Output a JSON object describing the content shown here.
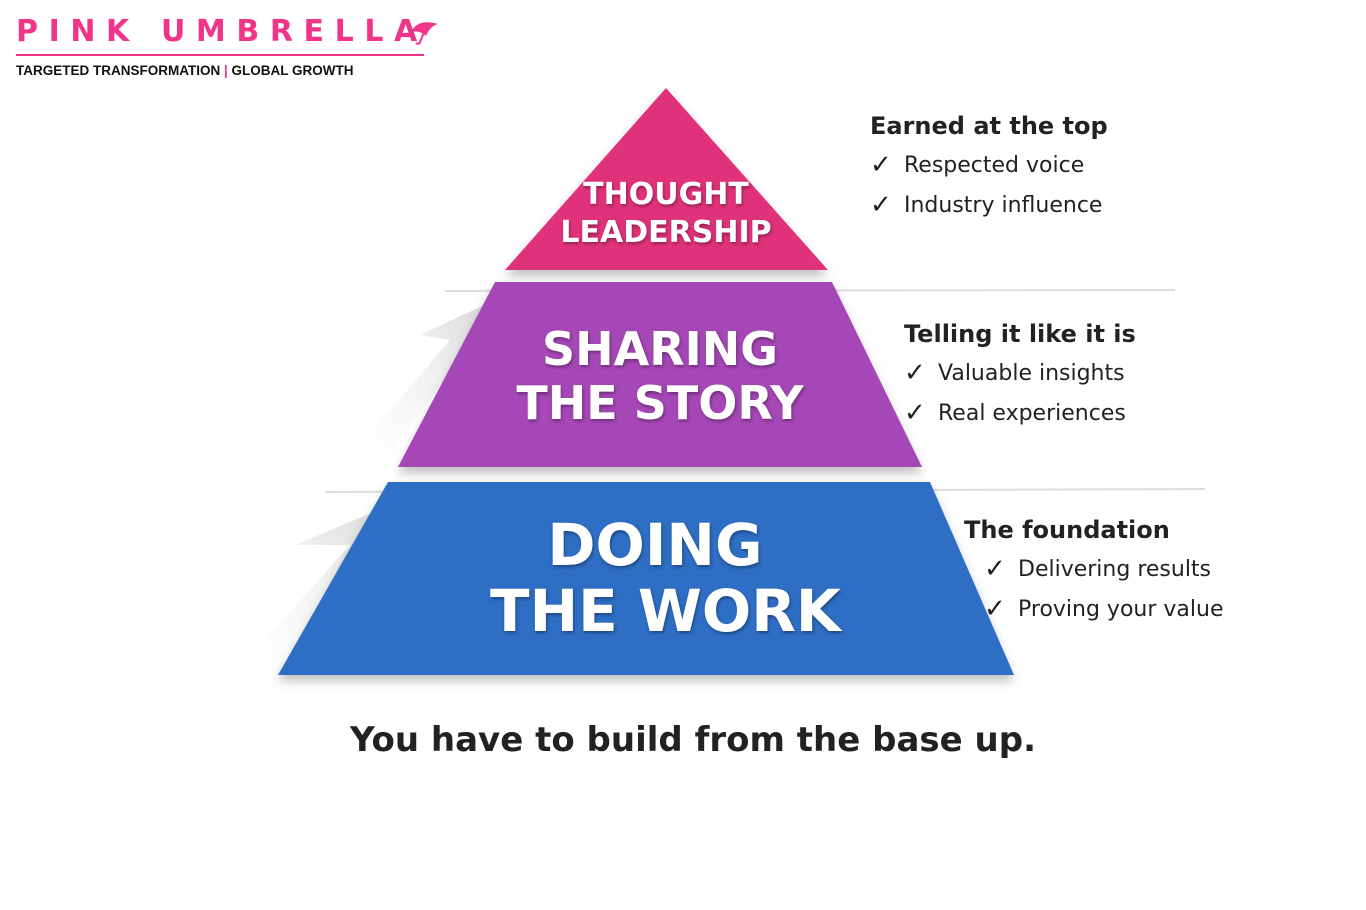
{
  "logo": {
    "title": "PINK UMBRELLA",
    "tagline_left": "TARGETED TRANSFORMATION",
    "tagline_separator": "|",
    "tagline_right": "GLOBAL GROWTH",
    "brand_color": "#f0348a"
  },
  "pyramid": [
    {
      "line1": "THOUGHT",
      "line2": "LEADERSHIP",
      "color": "#e0317a",
      "heading": "Earned at the top",
      "items": [
        "Respected voice",
        "Industry influence"
      ]
    },
    {
      "line1": "SHARING",
      "line2": "THE STORY",
      "color": "#a546b6",
      "heading": "Telling it like it is",
      "items": [
        "Valuable insights",
        "Real experiences"
      ]
    },
    {
      "line1": "DOING",
      "line2": "THE WORK",
      "color": "#2f6ec4",
      "heading": "The foundation",
      "items": [
        "Delivering results",
        "Proving your value"
      ]
    }
  ],
  "check_icon": "✓",
  "footer": "You have to build from the base up."
}
